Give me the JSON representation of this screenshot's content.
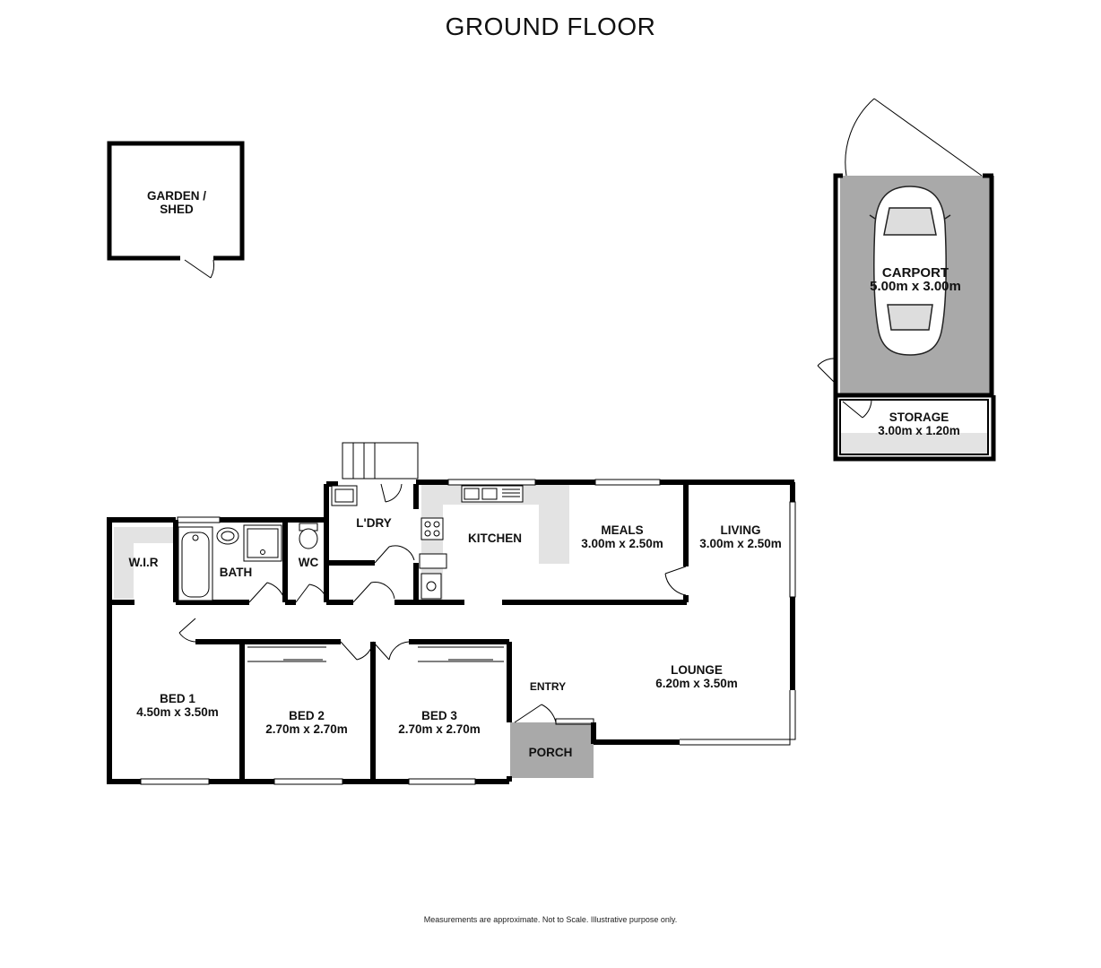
{
  "title": "GROUND FLOOR",
  "disclaimer": "Measurements are approximate.  Not to Scale.  Illustrative purpose only.",
  "colors": {
    "wall": "#000000",
    "shaded_area": "#a9a9a9",
    "light_fill": "#e3e3e3",
    "background": "#ffffff"
  },
  "rooms": {
    "garden_shed": {
      "name_line1": "GARDEN /",
      "name_line2": "SHED"
    },
    "carport": {
      "name": "CARPORT",
      "dims": "5.00m  x 3.00m"
    },
    "storage": {
      "name": "STORAGE",
      "dims": "3.00m  x 1.20m"
    },
    "laundry": {
      "name": "L'DRY"
    },
    "kitchen": {
      "name": "KITCHEN"
    },
    "meals": {
      "name": "MEALS",
      "dims": "3.00m  x 2.50m"
    },
    "living": {
      "name": "LIVING",
      "dims": "3.00m  x 2.50m"
    },
    "wir": {
      "name": "W.I.R"
    },
    "bath": {
      "name": "BATH"
    },
    "wc": {
      "name": "WC"
    },
    "lounge": {
      "name": "LOUNGE",
      "dims": "6.20m  x 3.50m"
    },
    "entry": {
      "name": "ENTRY"
    },
    "porch": {
      "name": "PORCH"
    },
    "bed1": {
      "name": "BED 1",
      "dims": "4.50m  x 3.50m"
    },
    "bed2": {
      "name": "BED 2",
      "dims": "2.70m  x 2.70m"
    },
    "bed3": {
      "name": "BED 3",
      "dims": "2.70m  x 2.70m"
    }
  },
  "fixture_icons": [
    "car-icon",
    "bathtub-icon",
    "basin-icon",
    "toilet-icon",
    "sink-icon",
    "cooktop-icon",
    "dishwasher-icon",
    "stairs-icon",
    "door-swing-icon",
    "window-icon"
  ]
}
